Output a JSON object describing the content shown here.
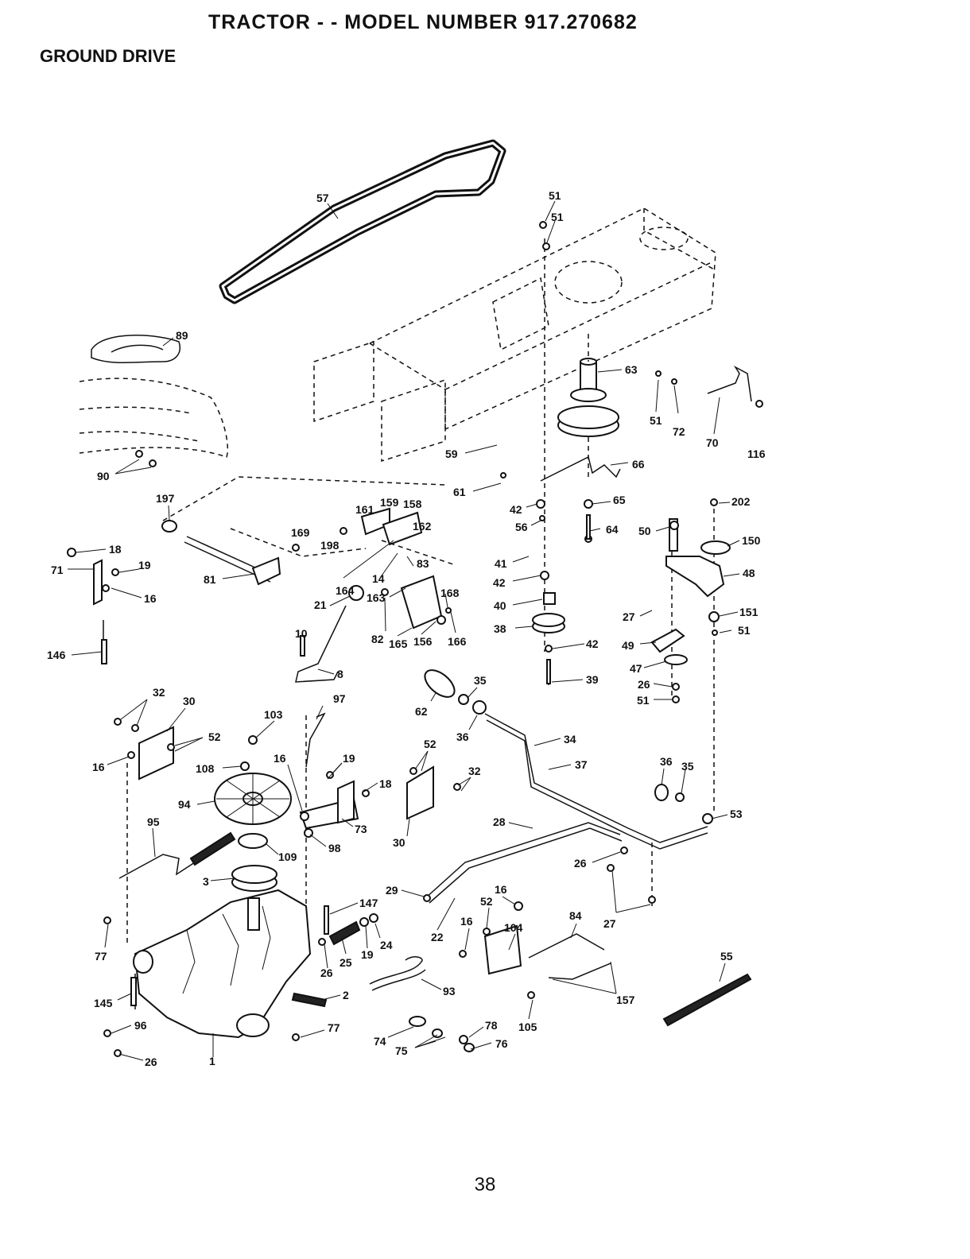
{
  "header": {
    "title": "TRACTOR - - MODEL NUMBER 917.270682",
    "section": "GROUND DRIVE"
  },
  "page_number": "38",
  "callouts": {
    "c57": "57",
    "c51a": "51",
    "c51b": "51",
    "c63": "63",
    "c51c": "51",
    "c72": "72",
    "c70": "70",
    "c116": "116",
    "c89": "89",
    "c90": "90",
    "c59": "59",
    "c66": "66",
    "c61": "61",
    "c197": "197",
    "c161": "161",
    "c159": "159",
    "c158": "158",
    "c162": "162",
    "c169": "169",
    "c198": "198",
    "c65": "65",
    "c42a": "42",
    "c56": "56",
    "c64": "64",
    "c202": "202",
    "c50": "50",
    "c150": "150",
    "c18a": "18",
    "c19a": "19",
    "c71": "71",
    "c16a": "16",
    "c81": "81",
    "c164": "164",
    "c14": "14",
    "c83": "83",
    "c163": "163",
    "c168": "168",
    "c41": "41",
    "c42b": "42",
    "c48": "48",
    "c21": "21",
    "c40": "40",
    "c27a": "27",
    "c151": "151",
    "c10": "10",
    "c82": "82",
    "c165": "165",
    "c156": "156",
    "c166": "166",
    "c38": "38",
    "c42c": "42",
    "c51d": "51",
    "c49": "49",
    "c146": "146",
    "c47": "47",
    "c8": "8",
    "c39": "39",
    "c26a": "26",
    "c51e": "51",
    "c35a": "35",
    "c32a": "32",
    "c30a": "30",
    "c97": "97",
    "c62": "62",
    "c103": "103",
    "c36a": "36",
    "c34": "34",
    "c52a": "52",
    "c16b": "16",
    "c52b": "52",
    "c19b": "19",
    "c108": "108",
    "c16c": "16",
    "c37": "37",
    "c32b": "32",
    "c36b": "36",
    "c35b": "35",
    "c18b": "18",
    "c94": "94",
    "c73": "73",
    "c53": "53",
    "c95": "95",
    "c30b": "30",
    "c28": "28",
    "c98": "98",
    "c109": "109",
    "c26b": "26",
    "c3": "3",
    "c29": "29",
    "c16d": "16",
    "c147": "147",
    "c52c": "52",
    "c27b": "27",
    "c84": "84",
    "c104": "104",
    "c16e": "16",
    "c22": "22",
    "c24": "24",
    "c55": "55",
    "c77a": "77",
    "c26c": "26",
    "c25": "25",
    "c19c": "19",
    "c145": "145",
    "c2": "2",
    "c93": "93",
    "c157": "157",
    "c96": "96",
    "c77b": "77",
    "c78": "78",
    "c105": "105",
    "c74": "74",
    "c75": "75",
    "c76": "76",
    "c26d": "26",
    "c1": "1"
  }
}
